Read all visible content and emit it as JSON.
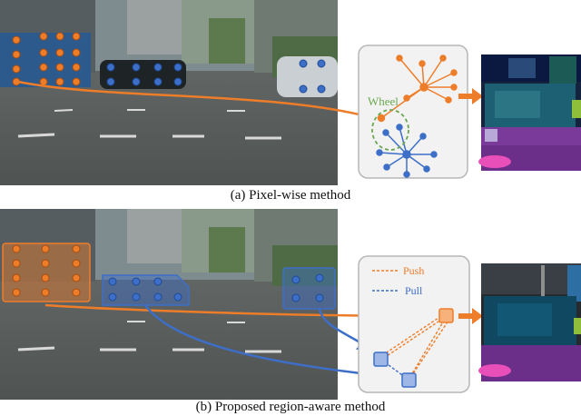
{
  "panel_a": {
    "caption": "(a) Pixel-wise method",
    "cluster_label": "Wheel"
  },
  "panel_b": {
    "caption": "(b) Proposed region-aware method",
    "legend_push": "Push",
    "legend_pull": "Pull"
  },
  "colors": {
    "orange": "#ee7d2a",
    "blue": "#3d6fc8",
    "green": "#6aa84f",
    "road": "#5a5e5f",
    "sky": "#7b8a90",
    "diagram_bg": "#f2f2f2"
  }
}
